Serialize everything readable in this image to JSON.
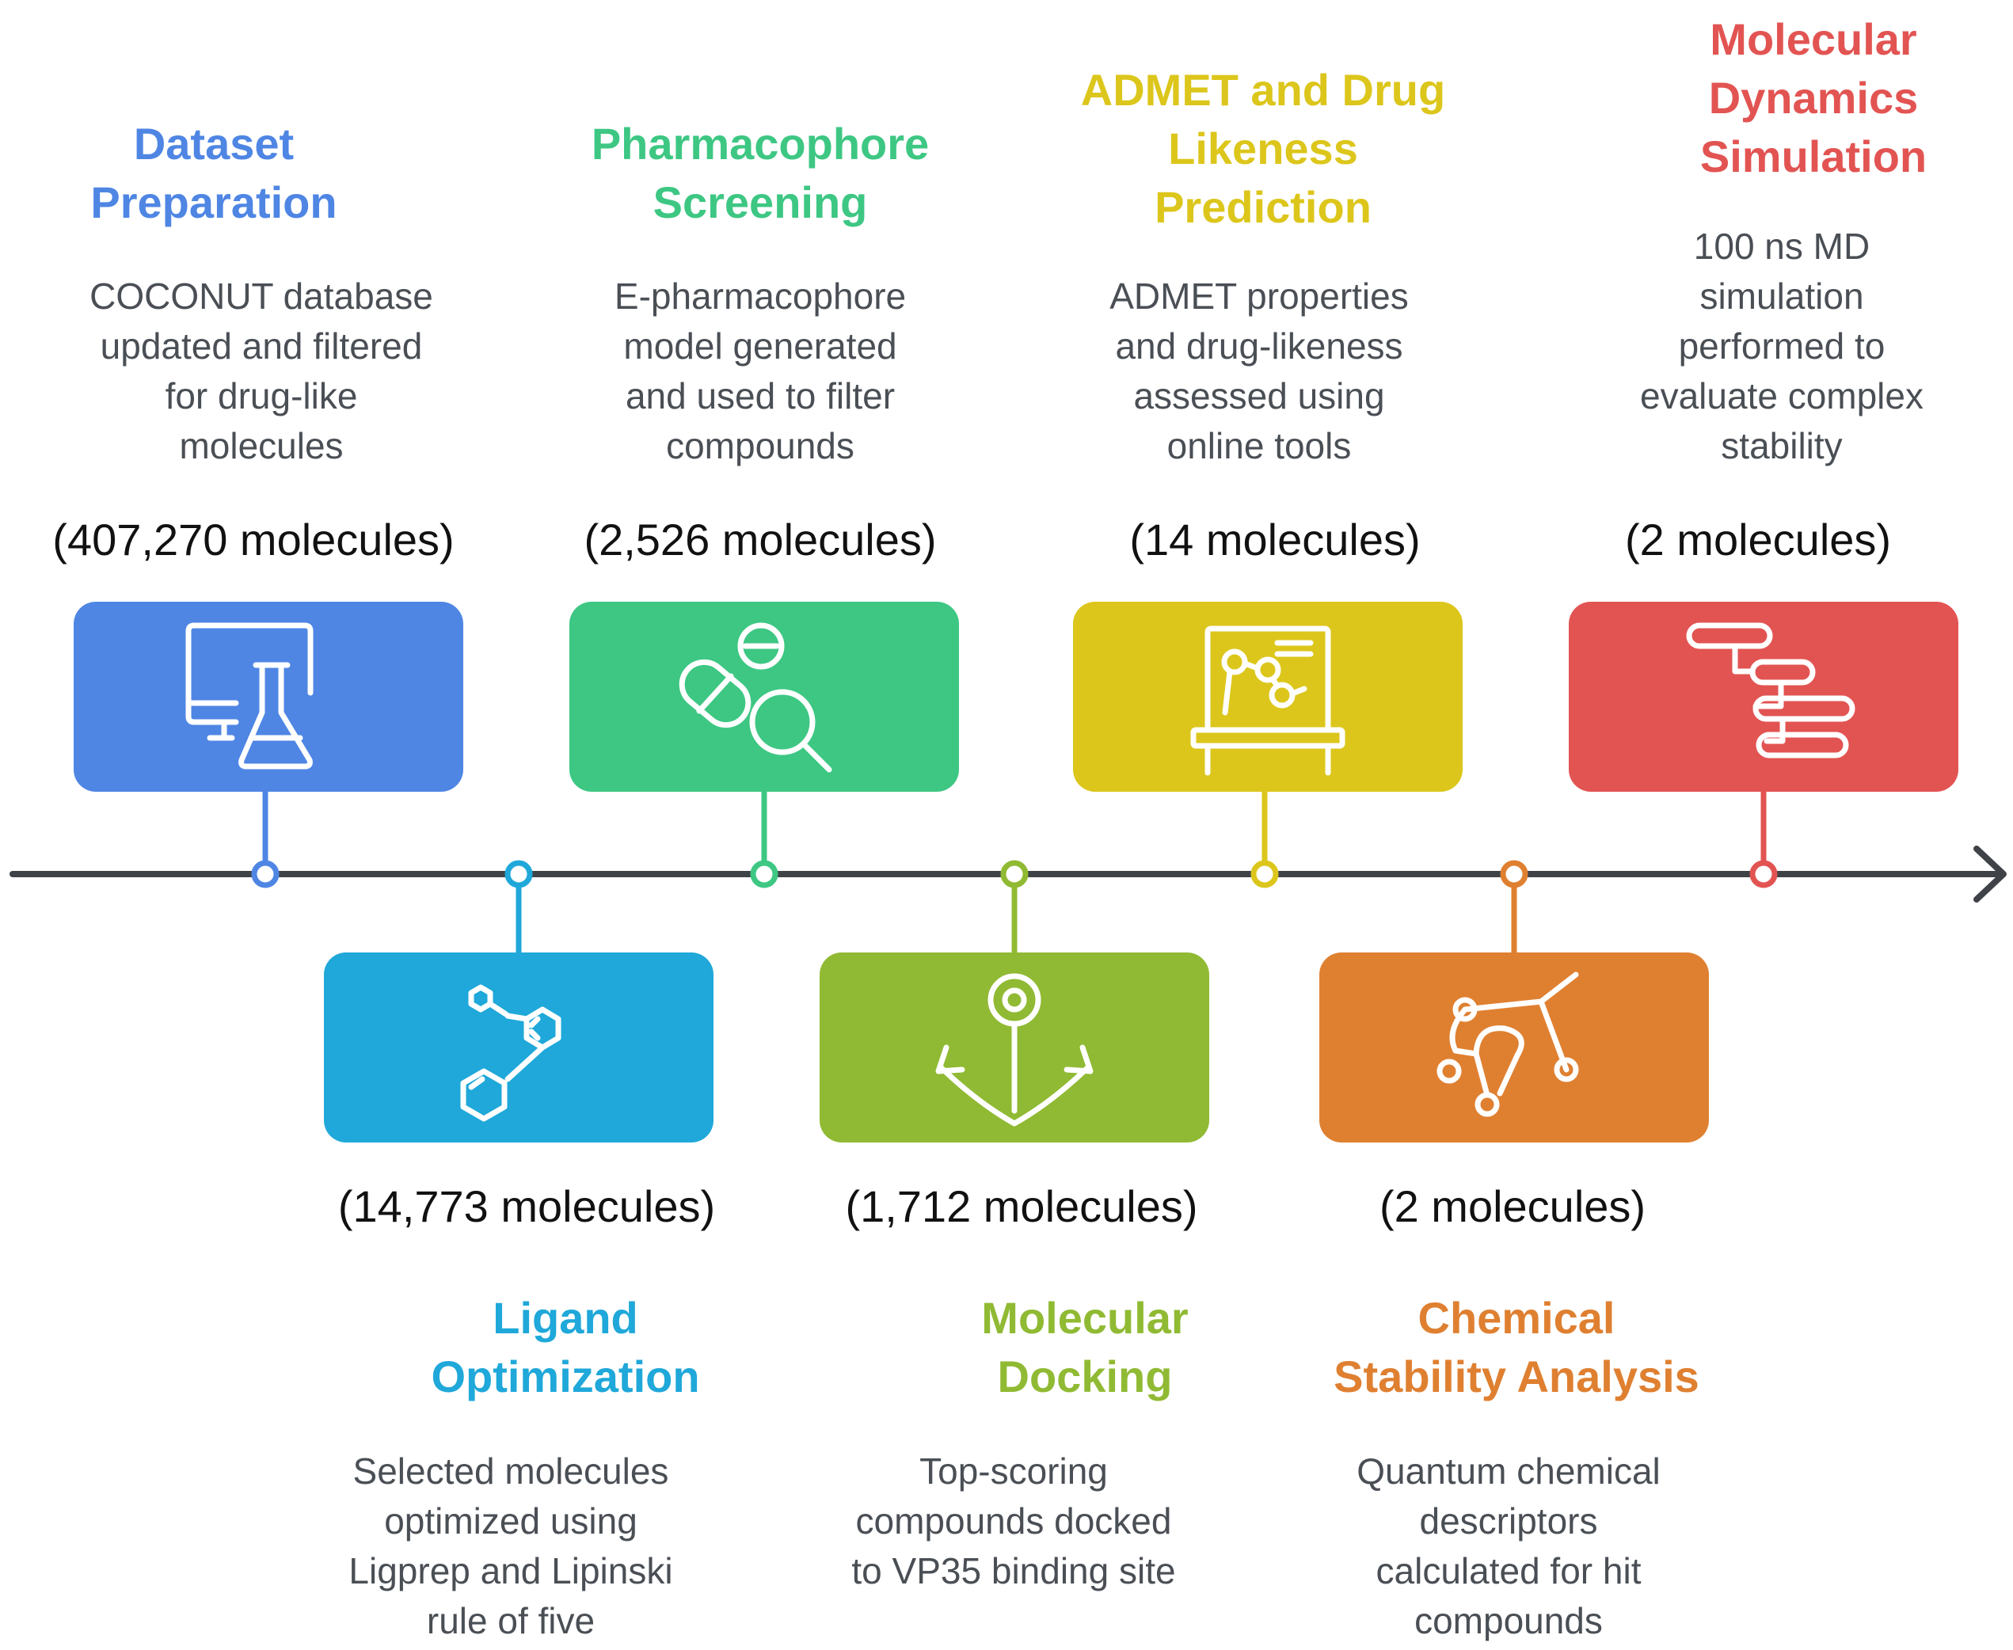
{
  "steps": [
    {
      "title": "Dataset\nPreparation",
      "description": "COCONUT database\nupdated and filtered\nfor drug-like\nmolecules",
      "count": "(407,270 molecules)",
      "color": "#4f86e4",
      "icon": "computer-flask-icon"
    },
    {
      "title": "Ligand\nOptimization",
      "description": "Selected molecules\noptimized using\nLigprep and Lipinski\nrule of five",
      "count": "(14,773 molecules)",
      "color": "#1fa8d9",
      "icon": "molecule-hexagons-icon"
    },
    {
      "title": "Pharmacophore\nScreening",
      "description": "E-pharmacophore\nmodel generated\nand used to filter\ncompounds",
      "count": "(2,526 molecules)",
      "color": "#3dc783",
      "icon": "pills-magnifier-icon"
    },
    {
      "title": "Molecular\nDocking",
      "description": "Top-scoring\ncompounds docked\nto VP35 binding site",
      "count": "(1,712 molecules)",
      "color": "#90ba33",
      "icon": "anchor-icon"
    },
    {
      "title": "ADMET and Drug\nLikeness\nPrediction",
      "description": "ADMET properties\nand drug-likeness\nassessed using\nonline tools",
      "count": "(14 molecules)",
      "color": "#dcc61b",
      "icon": "molecule-screen-icon"
    },
    {
      "title": "Chemical\nStability Analysis",
      "description": "Quantum chemical\ndescriptors\ncalculated for hit\ncompounds",
      "count": "(2 molecules)",
      "color": "#df8031",
      "icon": "network-nodes-icon"
    },
    {
      "title": "Molecular\nDynamics\nSimulation",
      "description": "100 ns MD\nsimulation\nperformed to\nevaluate complex\nstability",
      "count": "(2 molecules)",
      "color": "#e25452",
      "icon": "flow-steps-icon"
    }
  ],
  "timeline": {
    "line_color": "#3f4348"
  }
}
